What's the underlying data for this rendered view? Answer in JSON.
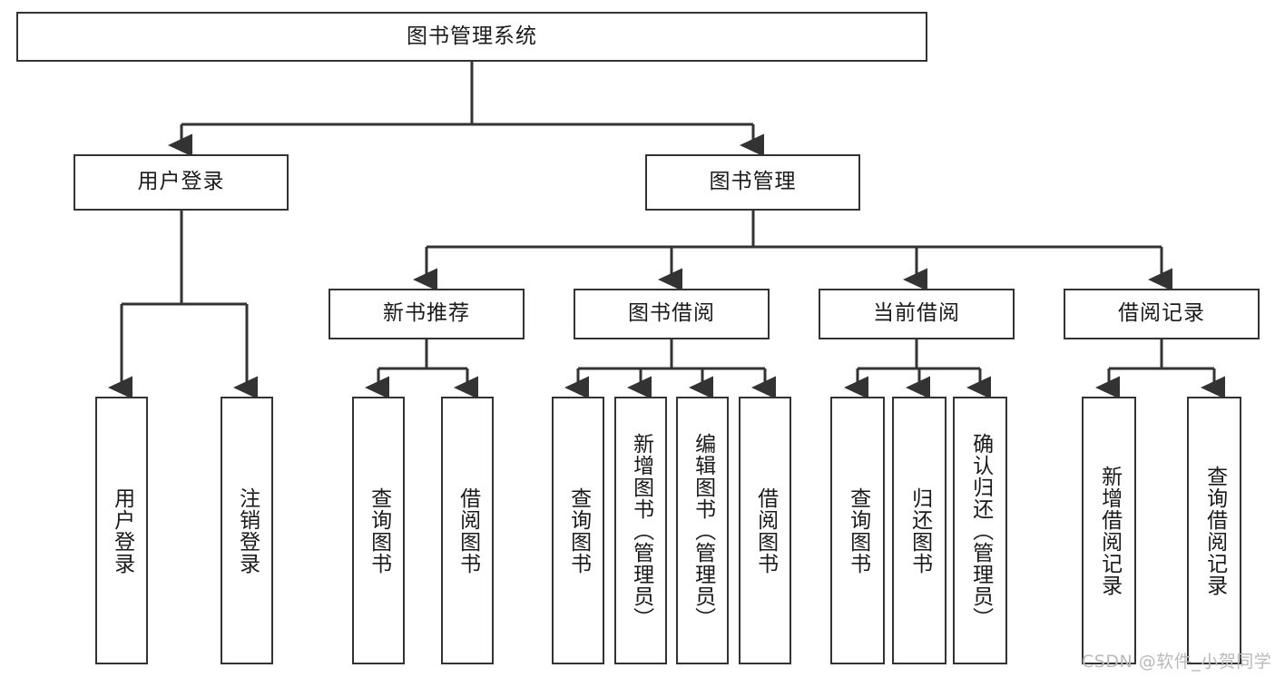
{
  "diagram": {
    "title": "图书管理系统",
    "watermark": "CSDN @软件_小贺同学",
    "stroke_color": "#333333",
    "background_color": "#ffffff",
    "nodes": {
      "root": "图书管理系统",
      "level2": {
        "user_login": "用户登录",
        "book_manage": "图书管理"
      },
      "level3": {
        "new_book_recommend": "新书推荐",
        "book_borrow": "图书借阅",
        "current_borrow": "当前借阅",
        "borrow_record": "借阅记录"
      },
      "leaves": {
        "user_login_1": "用户登录",
        "user_login_2": "注销登录",
        "recommend_1": "查询图书",
        "recommend_2": "借阅图书",
        "borrow_1": "查询图书",
        "borrow_2": "新增图书（管理员）",
        "borrow_3": "编辑图书（管理员）",
        "borrow_4": "借阅图书",
        "current_1": "查询图书",
        "current_2": "归还图书",
        "current_3": "确认归还（管理员）",
        "record_1": "新增借阅记录",
        "record_2": "查询借阅记录"
      }
    }
  }
}
